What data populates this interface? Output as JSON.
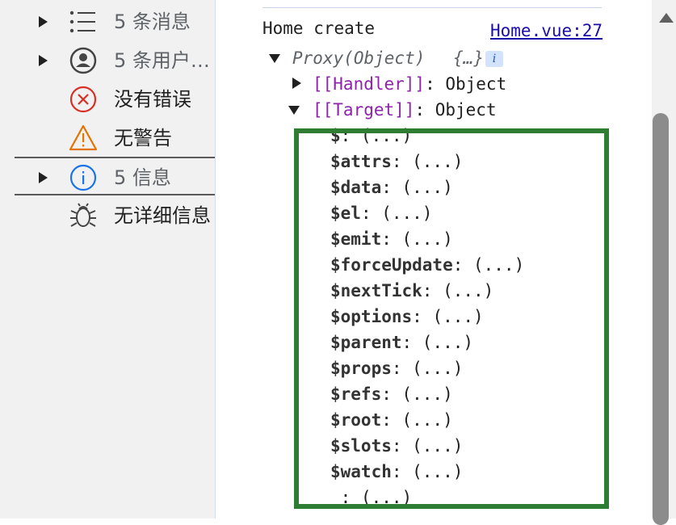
{
  "sidebar": {
    "items": [
      {
        "label": "5 条消息",
        "icon": "list-icon"
      },
      {
        "label": "5 条用户…",
        "icon": "user-icon"
      },
      {
        "label": "没有错误",
        "icon": "error-icon"
      },
      {
        "label": "无警告",
        "icon": "warning-icon"
      },
      {
        "label": "5 信息",
        "icon": "info-icon"
      },
      {
        "label": "无详细信息",
        "icon": "bug-icon"
      }
    ]
  },
  "console": {
    "message": "Home create",
    "source_link": "Home.vue:27",
    "proxy_label": "Proxy(Object)",
    "proxy_preview": "{…}",
    "badge": "i",
    "handler": {
      "key": "[[Handler]]",
      "value": ": Object"
    },
    "target": {
      "key": "[[Target]]",
      "value": ": Object"
    },
    "properties": [
      {
        "key": "$",
        "value": ": (...)"
      },
      {
        "key": "$attrs",
        "value": ": (...)"
      },
      {
        "key": "$data",
        "value": ": (...)"
      },
      {
        "key": "$el",
        "value": ": (...)"
      },
      {
        "key": "$emit",
        "value": ": (...)"
      },
      {
        "key": "$forceUpdate",
        "value": ": (...)"
      },
      {
        "key": "$nextTick",
        "value": ": (...)"
      },
      {
        "key": "$options",
        "value": ": (...)"
      },
      {
        "key": "$parent",
        "value": ": (...)"
      },
      {
        "key": "$props",
        "value": ": (...)"
      },
      {
        "key": "$refs",
        "value": ": (...)"
      },
      {
        "key": "$root",
        "value": ": (...)"
      },
      {
        "key": "$slots",
        "value": ": (...)"
      },
      {
        "key": "$watch",
        "value": ": (...)"
      },
      {
        "key": "_",
        "value": ": (...)"
      }
    ]
  },
  "colors": {
    "highlight_border": "#2e7d32",
    "error": "#d93025",
    "warning": "#e37400",
    "info": "#1a73e8"
  }
}
